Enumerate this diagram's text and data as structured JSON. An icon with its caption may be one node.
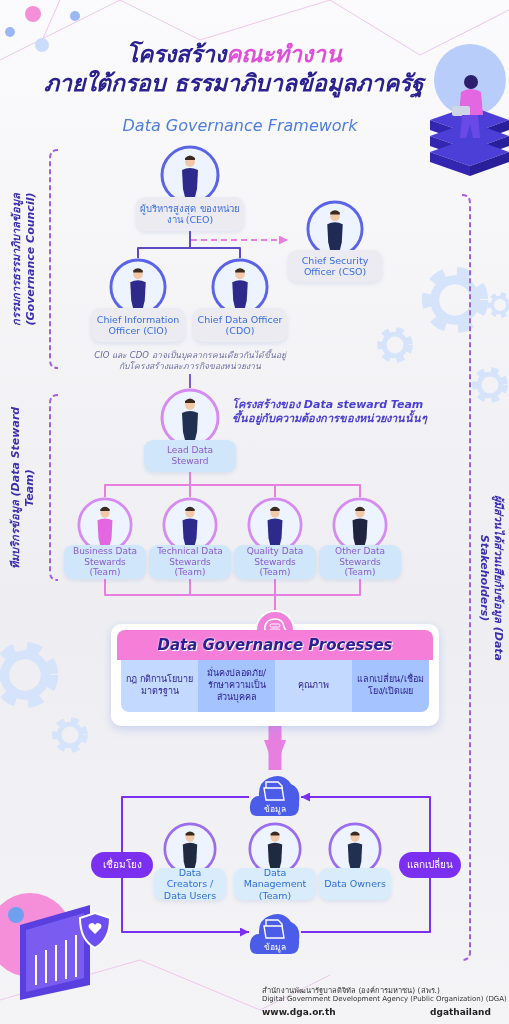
{
  "diagram": {
    "title": "โครงสร้าง**คณะทำงาน**ภายใต้กรอบ ธรรมาภิบาลข้อมูลภาครัฐ",
    "nodes": [
      {
        "text": [
          "ผู้บริหารสูงสุด ของหน่วยงาน (CEO)"
        ]
      },
      {
        "text": [
          "Chief Security Officer (CSO)"
        ]
      },
      {
        "text": [
          "Chief Information Officer (CIO)"
        ]
      },
      {
        "text": [
          "Chief Data Officer (CDO)"
        ]
      },
      {
        "text": [
          "CIO และ CDO อาจเป็นบุคลากรคนเดียวกันได้ขึ้นอยู่กับโครงสร้างและภารกิจของหน่วยงาน"
        ]
      },
      {
        "text": [
          "Lead Data Steward"
        ],
        "beside": [
          "โครงสร้างของ Data steward Team ขึ้นอยู่กับความต้องการของหน่วยงานนั้นๆ"
        ]
      },
      {
        "text": [
          "Business Data Stewards (Team)"
        ]
      },
      {
        "text": [
          "Technical Data Stewards (Team)"
        ]
      },
      {
        "text": [
          "Quality Data Stewards (Team)"
        ]
      },
      {
        "text": [
          "Other Data Stewards (Team)"
        ]
      },
      {
        "text": [
          "Data Governance Processes"
        ]
      },
      {
        "text": [
          "กฎ กติกานโยบายมาตรฐาน"
        ],
        "in": 10
      },
      {
        "text": [
          "มั่นคงปลอดภัย/รักษาความเป็นส่วนบุคคล"
        ],
        "in": 10
      },
      {
        "text": [
          "คุณภาพ"
        ],
        "in": 10
      },
      {
        "text": [
          "แลกเปลี่ยน/เชื่อมโยง/เปิดเผย"
        ],
        "in": 10
      },
      {
        "text": [
          "ข้อมูล"
        ]
      },
      {
        "text": [
          "Data Creators / Data Users"
        ]
      },
      {
        "text": [
          "Data Management (Team)"
        ]
      },
      {
        "text": [
          "Data Owners"
        ]
      },
      {
        "text": [
          "ข้อมูล"
        ]
      }
    ],
    "edges": [
      {
        "from": 0,
        "to": 1,
        "arrow": "to",
        "style": "dashed"
      },
      {
        "from": 0,
        "to": 2,
        "arrow": "none",
        "color": "#5b4cc4"
      },
      {
        "from": 0,
        "to": 3,
        "arrow": "none",
        "color": "#5b4cc4"
      },
      {
        "from": 4,
        "to": 5,
        "arrow": "none",
        "color": "#7a5cd0"
      },
      {
        "from": 5,
        "to": 6,
        "arrow": "none"
      },
      {
        "from": 5,
        "to": 7,
        "arrow": "none"
      },
      {
        "from": 5,
        "to": 8,
        "arrow": "none"
      },
      {
        "from": 5,
        "to": 9,
        "arrow": "none"
      },
      {
        "from": 6,
        "to": 10,
        "arrow": "none"
      },
      {
        "from": 7,
        "to": 10,
        "arrow": "none"
      },
      {
        "from": 8,
        "to": 10,
        "arrow": "none"
      },
      {
        "from": 9,
        "to": 10,
        "arrow": "none"
      },
      {
        "from": 10,
        "to": 15,
        "arrow": "to",
        "style": "thick"
      },
      {
        "from": 15,
        "to": 19,
        "arrow": "to",
        "label": "เชื่อมโยง",
        "color": "#7b2ff0"
      },
      {
        "from": 19,
        "to": 15,
        "arrow": "to",
        "label": "แลกเปลี่ยน",
        "color": "#7b2ff0"
      }
    ],
    "labels": [
      "Data Governance Framework",
      "กรรมการธรรมาภิบาลข้อมูล (Governance Council)",
      "ทีมบริกรข้อมูล (Data Steward Team)",
      "ผู้มีส่วนได้ส่วนเสียกับข้อมูล (Data Stakeholders)",
      "สำนักงานพัฒนารัฐบาลดิจิทัล (องค์การมหาชน) (สพร.)",
      "Digital Government Development Agency (Public Organization) (DGA)",
      "www.dga.or.th",
      "dgathailand"
    ]
  }
}
